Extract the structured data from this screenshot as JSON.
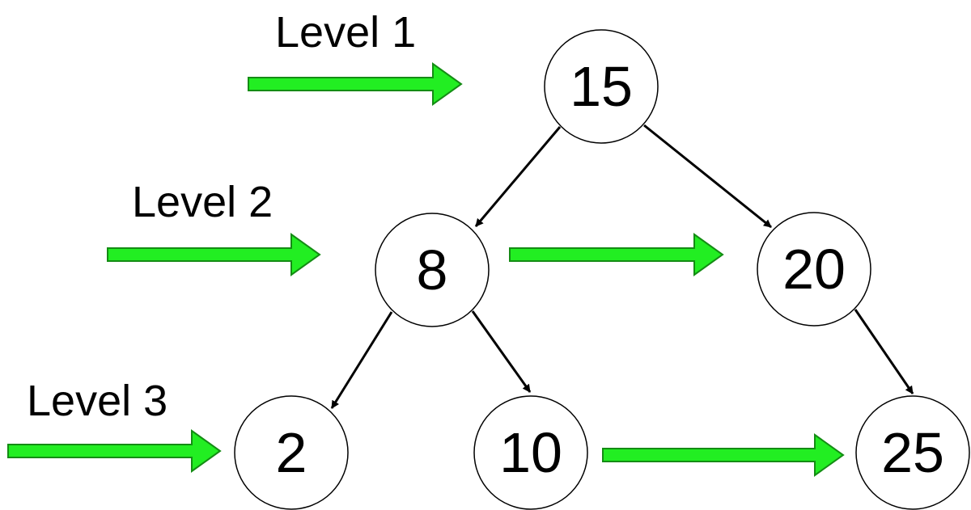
{
  "diagram": {
    "colors": {
      "traversal_arrow_fill": "#22ee22",
      "traversal_arrow_stroke": "#148c14",
      "edge": "#000000",
      "node_fill": "#ffffff"
    },
    "level_labels": [
      "Level 1",
      "Level 2",
      "Level 3"
    ],
    "nodes": {
      "n15": "15",
      "n8": "8",
      "n20": "20",
      "n2": "2",
      "n10": "10",
      "n25": "25"
    },
    "edges": [
      [
        "15",
        "8"
      ],
      [
        "15",
        "20"
      ],
      [
        "8",
        "2"
      ],
      [
        "8",
        "10"
      ],
      [
        "20",
        "25"
      ]
    ],
    "traversal_order": [
      "15",
      "8",
      "20",
      "2",
      "10",
      "25"
    ]
  }
}
